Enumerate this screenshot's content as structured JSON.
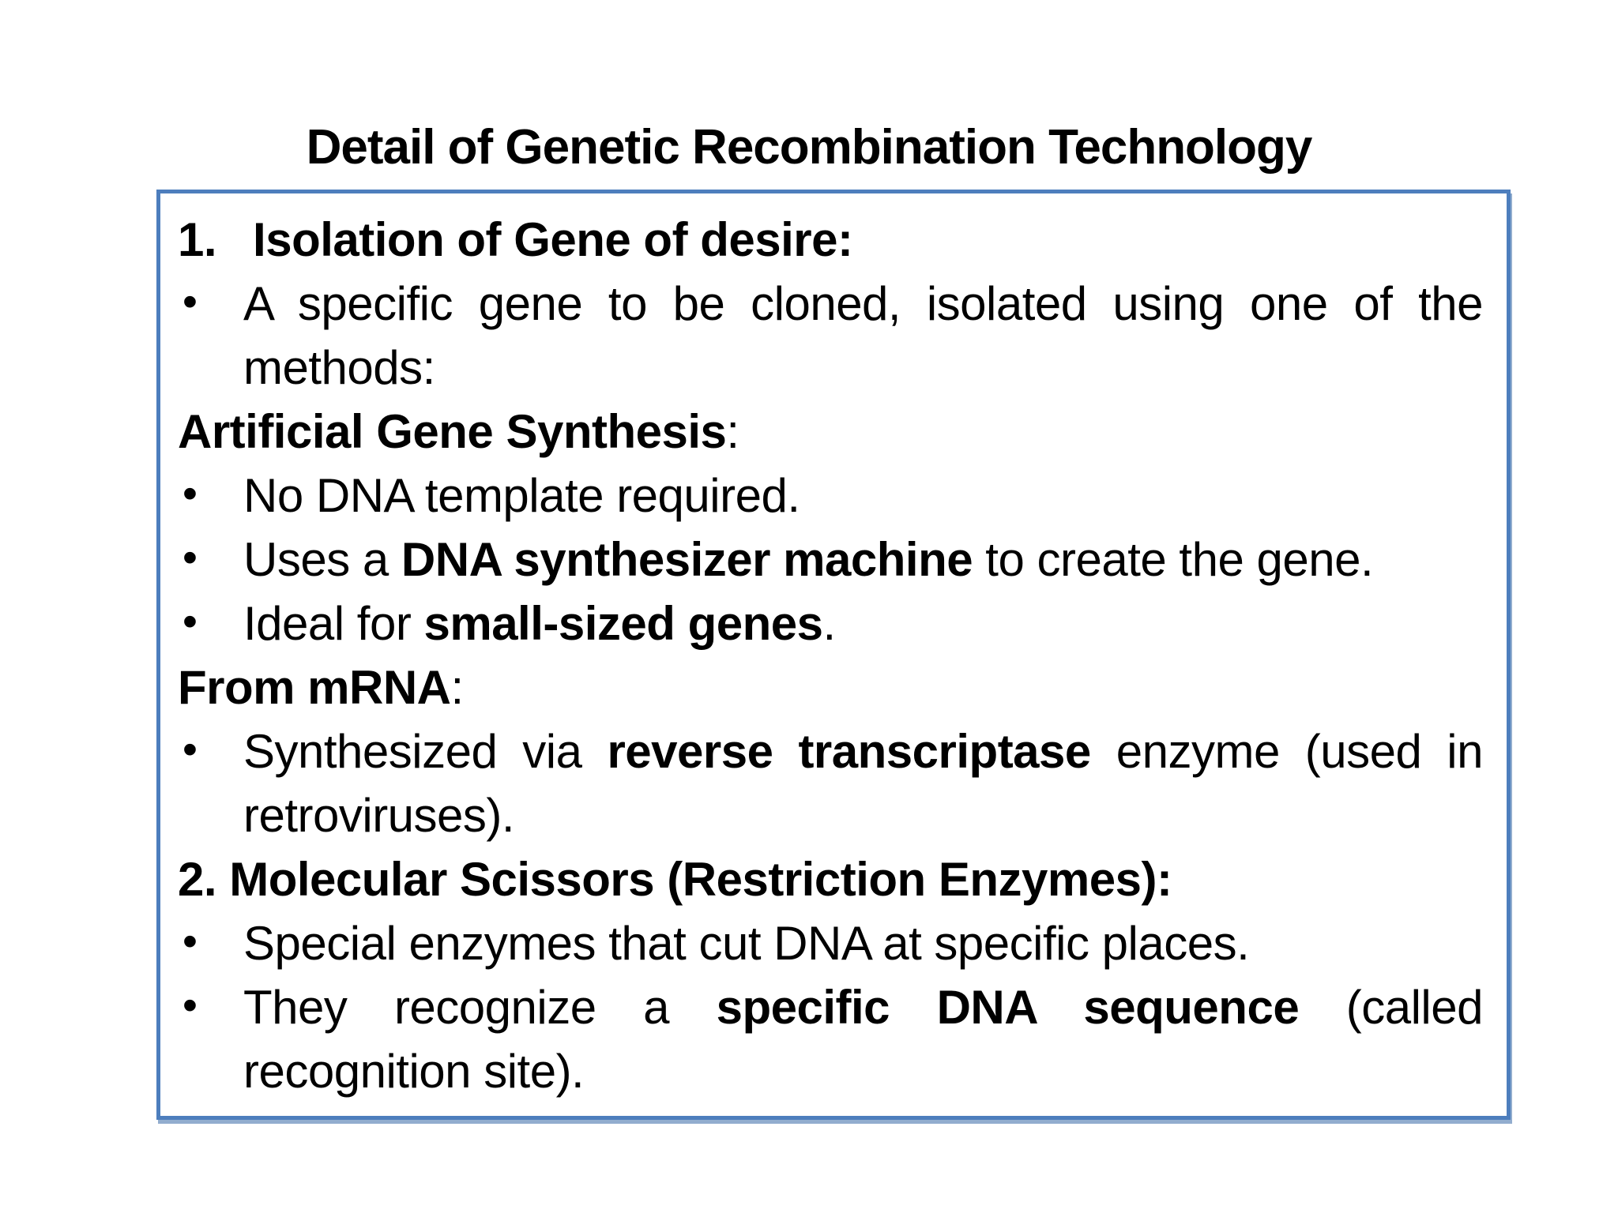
{
  "title": "Detail of Genetic Recombination Technology",
  "colors": {
    "box_border": "#4d7ebd",
    "text": "#000000",
    "background": "#ffffff"
  },
  "content": {
    "bullet_char": "•",
    "lines": [
      {
        "kind": "heading",
        "marker": "1.",
        "wide_gap": true,
        "segments": [
          {
            "text": "Isolation of Gene of desire:",
            "bold": true
          }
        ]
      },
      {
        "kind": "bullet",
        "segments": [
          {
            "text": "A specific gene to be cloned, isolated using one of the methods:",
            "bold": false
          }
        ]
      },
      {
        "kind": "heading",
        "segments": [
          {
            "text": "Artificial Gene Synthesis",
            "bold": true
          },
          {
            "text": ":",
            "bold": false
          }
        ]
      },
      {
        "kind": "bullet",
        "segments": [
          {
            "text": "No DNA template required.",
            "bold": false
          }
        ]
      },
      {
        "kind": "bullet",
        "segments": [
          {
            "text": "Uses a ",
            "bold": false
          },
          {
            "text": "DNA synthesizer machine",
            "bold": true
          },
          {
            "text": " to create the gene.",
            "bold": false
          }
        ]
      },
      {
        "kind": "bullet",
        "segments": [
          {
            "text": "Ideal for ",
            "bold": false
          },
          {
            "text": "small-sized genes",
            "bold": true
          },
          {
            "text": ".",
            "bold": false
          }
        ]
      },
      {
        "kind": "heading",
        "segments": [
          {
            "text": "From mRNA",
            "bold": true
          },
          {
            "text": ":",
            "bold": false
          }
        ]
      },
      {
        "kind": "bullet",
        "segments": [
          {
            "text": "Synthesized via ",
            "bold": false
          },
          {
            "text": "reverse transcriptase",
            "bold": true
          },
          {
            "text": " enzyme (used in retroviruses).",
            "bold": false
          }
        ]
      },
      {
        "kind": "heading",
        "segments": [
          {
            "text": "2. Molecular Scissors (Restriction Enzymes):",
            "bold": true
          }
        ]
      },
      {
        "kind": "bullet",
        "segments": [
          {
            "text": "Special enzymes that cut DNA at specific places.",
            "bold": false
          }
        ]
      },
      {
        "kind": "bullet",
        "segments": [
          {
            "text": "They recognize a ",
            "bold": false
          },
          {
            "text": "specific DNA sequence",
            "bold": true
          },
          {
            "text": " (called recognition site).",
            "bold": false
          }
        ]
      }
    ]
  }
}
